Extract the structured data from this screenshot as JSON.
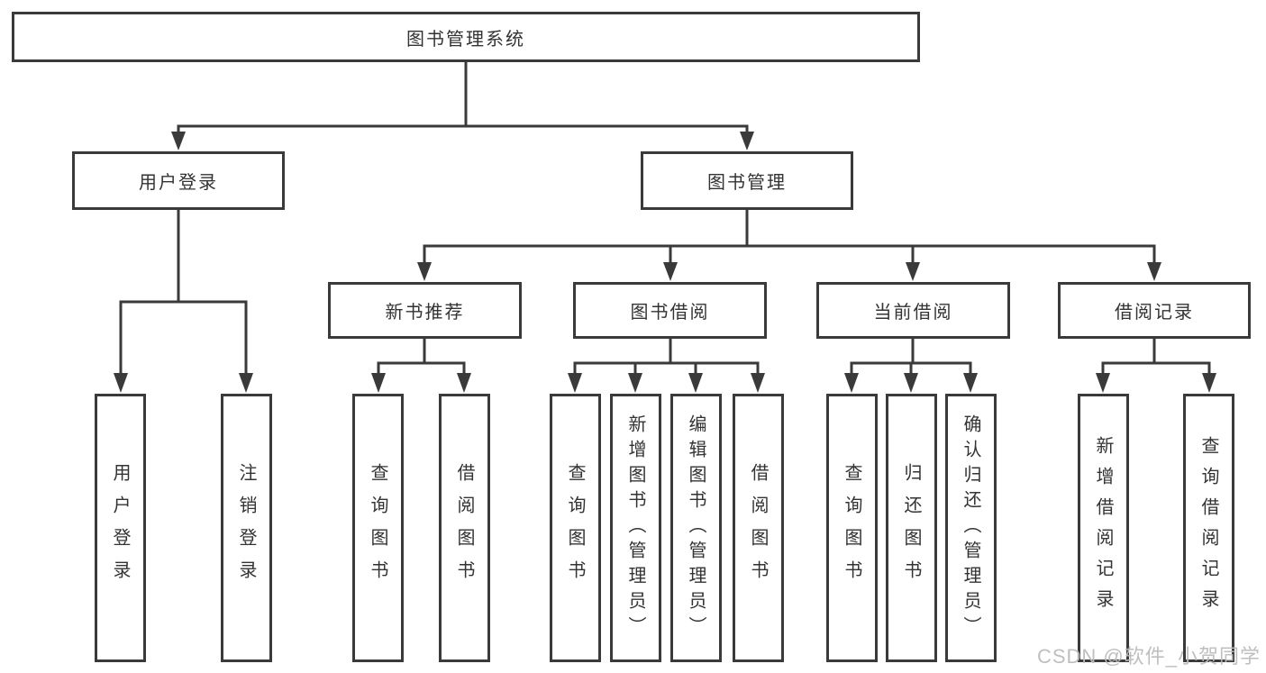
{
  "tree": {
    "root": {
      "label": "图书管理系统"
    },
    "branches": [
      {
        "label": "用户登录",
        "children": [
          {
            "label": "用户登录"
          },
          {
            "label": "注销登录"
          }
        ]
      },
      {
        "label": "图书管理",
        "groups": [
          {
            "label": "新书推荐",
            "children": [
              {
                "label": "查询图书"
              },
              {
                "label": "借阅图书"
              }
            ]
          },
          {
            "label": "图书借阅",
            "children": [
              {
                "label": "查询图书"
              },
              {
                "label": "新增图书（管理员）"
              },
              {
                "label": "编辑图书（管理员）"
              },
              {
                "label": "借阅图书"
              }
            ]
          },
          {
            "label": "当前借阅",
            "children": [
              {
                "label": "查询图书"
              },
              {
                "label": "归还图书"
              },
              {
                "label": "确认归还（管理员）"
              }
            ]
          },
          {
            "label": "借阅记录",
            "children": [
              {
                "label": "新增借阅记录"
              },
              {
                "label": "查询借阅记录"
              }
            ]
          }
        ]
      }
    ]
  },
  "watermark": {
    "text": "CSDN @软件_小贺同学"
  },
  "colors": {
    "line": "#3a3a3a",
    "text": "#333333",
    "background": "#ffffff",
    "watermark": "#bcbcbc"
  }
}
